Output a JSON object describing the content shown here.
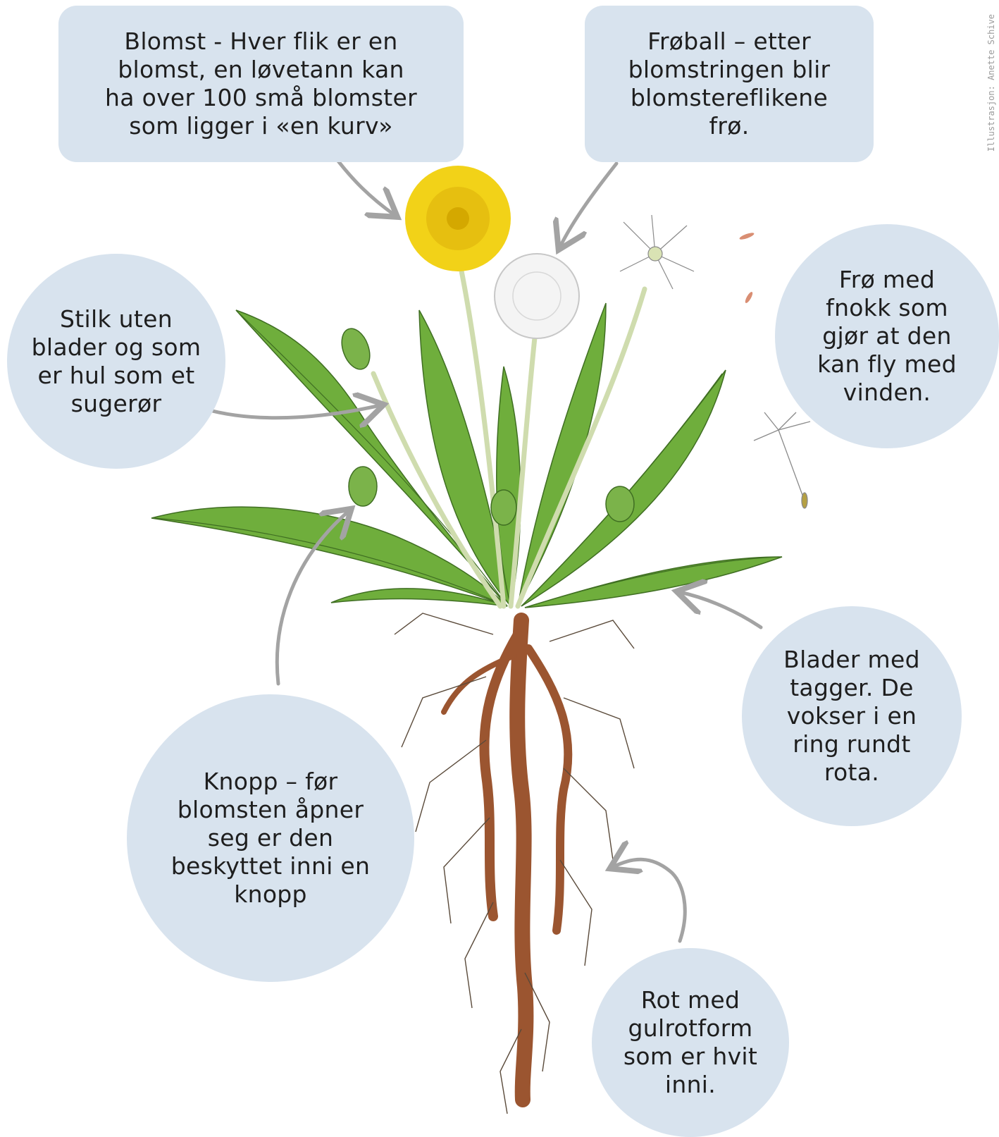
{
  "labels": {
    "flower": "Blomst - Hver flik er en\nblomst, en løvetann kan\nha over 100 små blomster\nsom ligger i «en kurv»",
    "seedball": "Frøball – etter\nblomstringen blir\nblomstereflikene\nfrø.",
    "seed": "Frø med\nfnokk som\ngjør at den\nkan fly med\nvinden.",
    "stem": "Stilk uten\nblader og som\ner hul som et\nsugerør",
    "leaves": "Blader med\ntagger. De\nvokser i en\nring rundt\nrota.",
    "bud": "Knopp – før\nblomsten åpner\nseg er den\nbeskyttet inni en\nknopp",
    "root": "Rot med\ngulrotform\nsom er hvit\ninni."
  },
  "credit": "Illustrasjon: Anette Schive",
  "colors": {
    "bubble": "#d8e3ee",
    "arrow": "#a3a3a3",
    "leaf": "#6fae3c",
    "leaf_vein": "#3f6e22",
    "flower": "#f2d218",
    "root": "#9b5530",
    "stem": "#cfdcae"
  }
}
